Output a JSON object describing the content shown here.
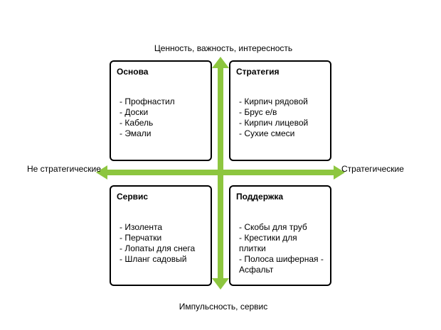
{
  "axes": {
    "top": "Ценность, важность, интересность",
    "bottom": "Импульсность, сервис",
    "left": "Не стратегические",
    "right": "Стратегические",
    "arrow_color": "#8DC63F"
  },
  "quadrants": {
    "top_left": {
      "title": "Основа",
      "items": [
        "- Профнастил",
        "- Доски",
        "- Кабель",
        "- Эмали"
      ]
    },
    "top_right": {
      "title": "Стратегия",
      "items": [
        "- Кирпич рядовой",
        "- Брус е/в",
        "- Кирпич лицевой",
        "- Сухие смеси"
      ]
    },
    "bottom_left": {
      "title": "Сервис",
      "items": [
        "- Изолента",
        "- Перчатки",
        "- Лопаты для снега",
        "- Шланг садовый"
      ]
    },
    "bottom_right": {
      "title": "Поддержка",
      "items": [
        "- Скобы для труб",
        "- Крестики для плитки",
        "- Полоса шиферная - Асфальт"
      ]
    }
  }
}
